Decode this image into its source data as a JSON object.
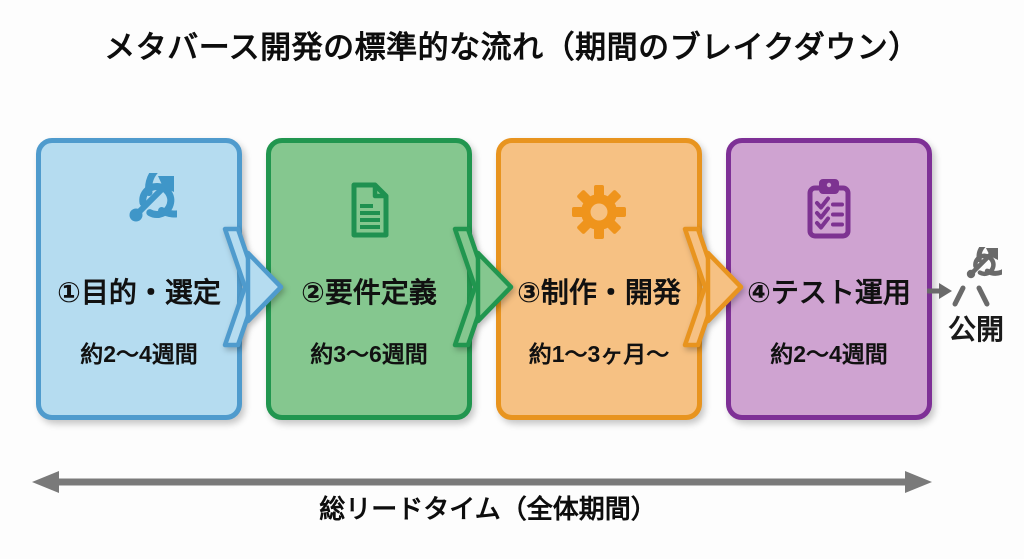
{
  "title": "メタバース開発の標準的な流れ（期間のブレイクダウン）",
  "steps": [
    {
      "label": "①目的・選定",
      "duration": "約2〜4週間",
      "icon": "target-dart-icon",
      "fill": "#b5dcf0",
      "border": "#4f9bcd",
      "icon_color": "#3f96c8"
    },
    {
      "label": "②要件定義",
      "duration": "約3〜6週間",
      "icon": "document-icon",
      "fill": "#85c78f",
      "border": "#21964f",
      "icon_color": "#1f9150"
    },
    {
      "label": "③制作・開発",
      "duration": "約1〜3ヶ月〜",
      "icon": "gear-icon",
      "fill": "#f6c183",
      "border": "#e8941f",
      "icon_color": "#ef941c"
    },
    {
      "label": "④テスト運用",
      "duration": "約2〜4週間",
      "icon": "clipboard-checklist-icon",
      "fill": "#cfa3d1",
      "border": "#7e3096",
      "icon_color": "#7d3391"
    }
  ],
  "release": {
    "label": "公開",
    "icon": "target-stand-icon",
    "arrow_icon": "right-arrow-icon",
    "color": "#6a6a6a"
  },
  "lead_time": {
    "label": "総リードタイム（全体期間）",
    "arrow_icon": "double-headed-arrow",
    "arrow_color": "#7a7a7a"
  }
}
